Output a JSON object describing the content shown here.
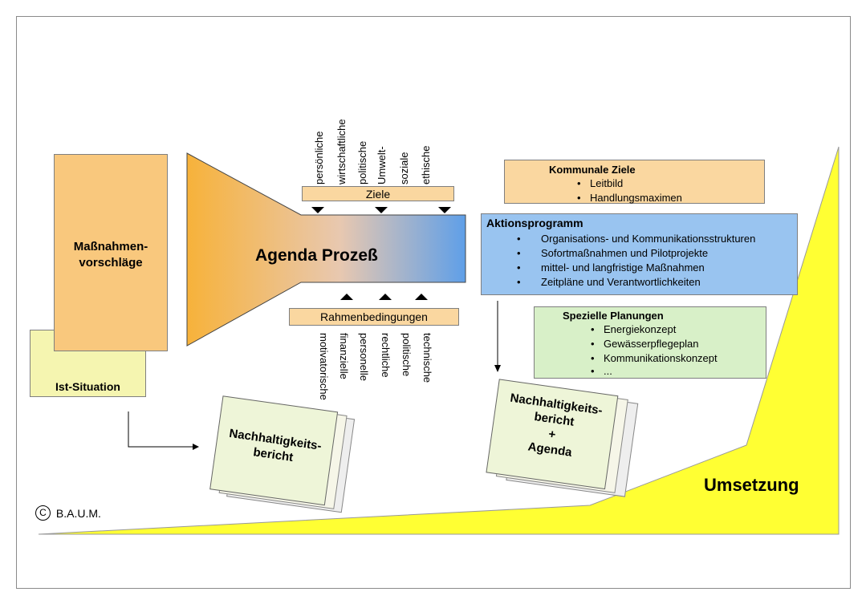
{
  "massnahmen_label": "Maßnahmen-\nvorschläge",
  "ist_situation_label": "Ist-Situation",
  "agenda_label": "Agenda Prozeß",
  "ziele": {
    "label": "Ziele",
    "items": [
      "persönliche",
      "wirtschaftliche",
      "politische",
      "Umwelt-",
      "soziale",
      "ethische"
    ]
  },
  "rahmen": {
    "label": "Rahmenbedingungen",
    "items": [
      "motivatorische",
      "finanzielle",
      "personelle",
      "rechtliche",
      "politische",
      "technische"
    ]
  },
  "kommunale": {
    "title": "Kommunale Ziele",
    "items": [
      "Leitbild",
      "Handlungsmaximen"
    ]
  },
  "aktions": {
    "title": "Aktionsprogramm",
    "items": [
      "Organisations- und Kommunikationsstrukturen",
      "Sofortmaßnahmen und Pilotprojekte",
      "mittel- und langfristige Maßnahmen",
      "Zeitpläne und Verantwortlichkeiten"
    ]
  },
  "spezielle": {
    "title": "Spezielle Planungen",
    "items": [
      "Energiekonzept",
      "Gewässerpflegeplan",
      "Kommunikationskonzept",
      "..."
    ]
  },
  "book1": "Nachhaltigkeits-\nbericht",
  "book2": "Nachhaltigkeits-\nbericht\n+\nAgenda",
  "umsetzung": "Umsetzung",
  "copyright": "B.A.U.M.",
  "colors": {
    "orange": "#fad7a0",
    "orange_dark": "#f5b342",
    "blue": "#99c4f0",
    "green": "#d8f0c8",
    "yellow": "#ffff33",
    "cream": "#f5f5b0"
  }
}
